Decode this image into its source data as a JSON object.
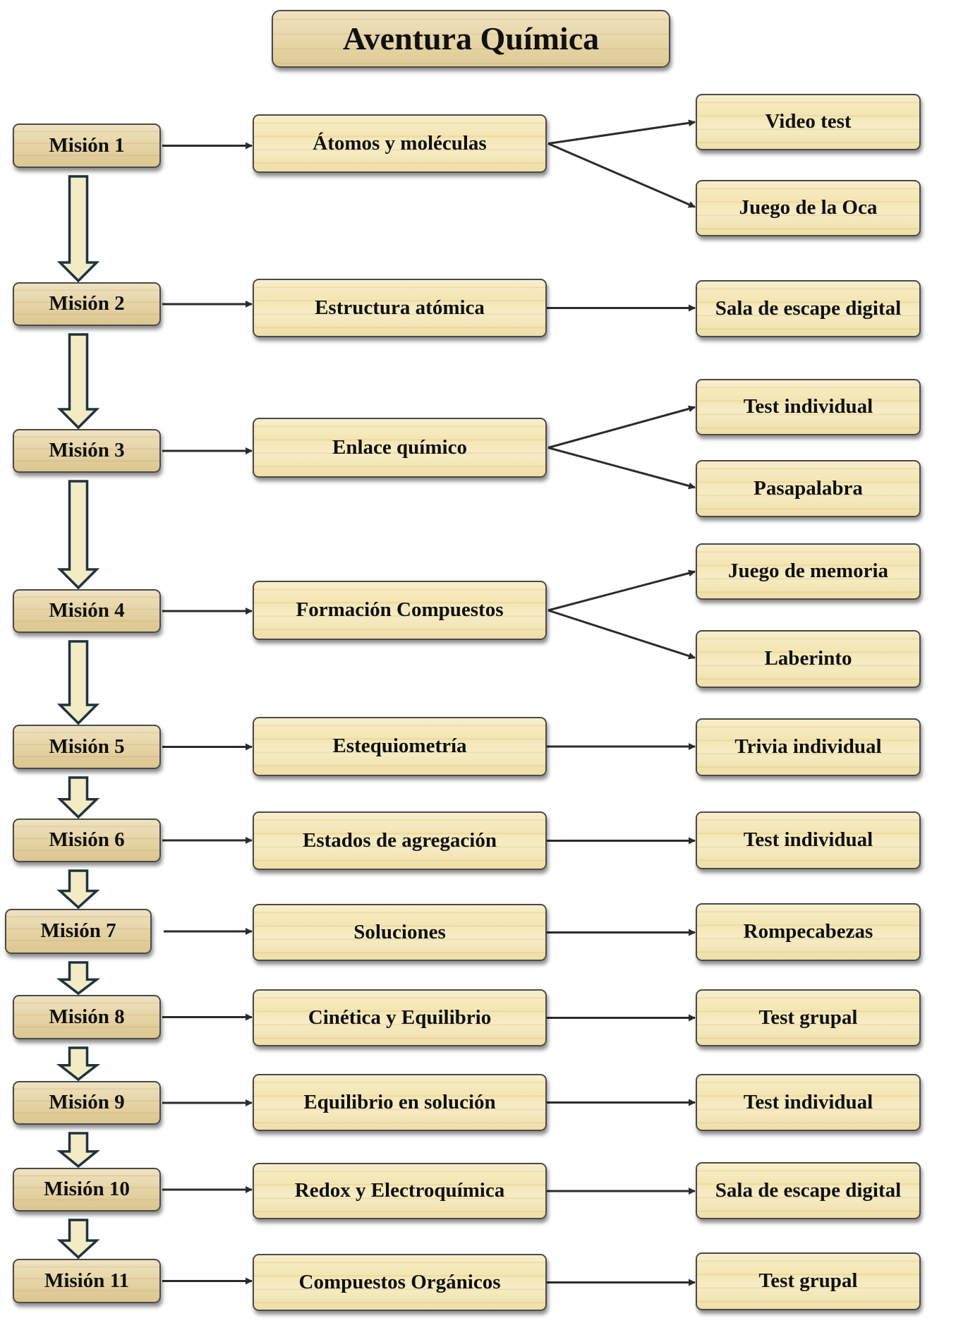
{
  "title": "Aventura Química",
  "colors": {
    "box_border": "#4a4a48",
    "box_fill_light": "#f4e6b4",
    "mission_fill": "#e6d4a6",
    "down_arrow_fill": "#f3ebc4",
    "down_arrow_stroke": "#1f3340",
    "connector": "#2b2b2b"
  },
  "missions": [
    {
      "label": "Misión 1",
      "topic": "Átomos y moléculas",
      "activities": [
        "Video test",
        "Juego de la Oca"
      ]
    },
    {
      "label": "Misión 2",
      "topic": "Estructura atómica",
      "activities": [
        "Sala de escape digital"
      ]
    },
    {
      "label": "Misión 3",
      "topic": "Enlace químico",
      "activities": [
        "Test individual",
        "Pasapalabra"
      ]
    },
    {
      "label": "Misión 4",
      "topic": "Formación Compuestos",
      "activities": [
        "Juego de memoria",
        "Laberinto"
      ]
    },
    {
      "label": "Misión 5",
      "topic": "Estequiometría",
      "activities": [
        "Trivia individual"
      ]
    },
    {
      "label": "Misión 6",
      "topic": "Estados de agregación",
      "activities": [
        "Test individual"
      ]
    },
    {
      "label": "Misión 7",
      "topic": "Soluciones",
      "activities": [
        "Rompecabezas"
      ]
    },
    {
      "label": "Misión 8",
      "topic": "Cinética y Equilibrio",
      "activities": [
        "Test grupal"
      ]
    },
    {
      "label": "Misión 9",
      "topic": "Equilibrio en solución",
      "activities": [
        "Test individual"
      ]
    },
    {
      "label": "Misión 10",
      "topic": "Redox y Electroquímica",
      "activities": [
        "Sala de escape digital"
      ]
    },
    {
      "label": "Misión 11",
      "topic": "Compuestos Orgánicos",
      "activities": [
        "Test grupal"
      ]
    }
  ]
}
